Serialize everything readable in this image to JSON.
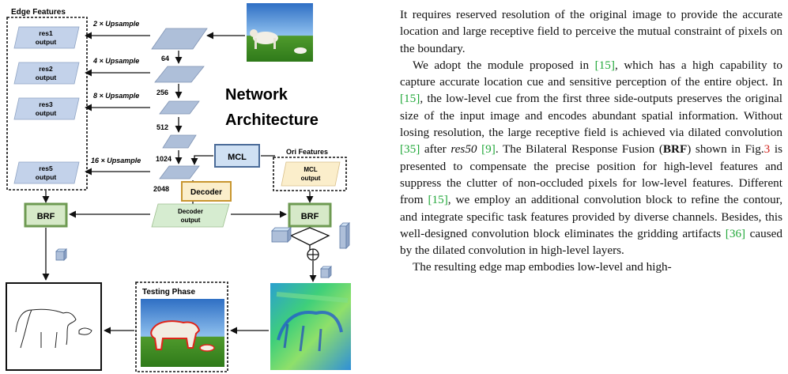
{
  "figure": {
    "edge_features_title": "Edge Features",
    "ori_features_title": "Ori Features",
    "network_title_line1": "Network",
    "network_title_line2": "Architecture",
    "testing_phase_label": "Testing Phase",
    "res_outputs": [
      {
        "name": "res1",
        "sub": "output"
      },
      {
        "name": "res2",
        "sub": "output"
      },
      {
        "name": "res3",
        "sub": "output"
      },
      {
        "name": "res5",
        "sub": "output"
      }
    ],
    "upsample_labels": [
      "2 × Upsample",
      "4 × Upsample",
      "8 × Upsample",
      "16 × Upsample"
    ],
    "channel_labels": [
      "64",
      "256",
      "512",
      "1024",
      "2048"
    ],
    "mcl_label": "MCL",
    "mcl_output": {
      "name": "MCL",
      "sub": "output"
    },
    "decoder_label": "Decoder",
    "decoder_output": {
      "name": "Decoder",
      "sub": "output"
    },
    "brf_label": "BRF",
    "plus_symbol": "⊕",
    "colors": {
      "block_blue": "#aebfd9",
      "res_fill": "#c3d2ea",
      "brf_fill": "#d6e9c8",
      "brf_border": "#6e9a52",
      "decoder_fill": "#fbeecb",
      "decoder_border": "#c89630",
      "citation_green": "#22a83a",
      "figref_red": "#d0201a"
    }
  },
  "text": {
    "p1": "It requires reserved resolution of the original image to provide the accurate location and large receptive field to perceive the mutual constraint of pixels on the boundary.",
    "p2": {
      "s1": "We adopt the module proposed in ",
      "c1": "[15]",
      "s2": ", which has a high capability to capture accurate location cue and sensitive perception of the entire object. In ",
      "c2": "[15]",
      "s3": ", the low-level cue from the first three side-outputs preserves the original size of the input image and encodes abundant spatial information. Without losing resolution, the large receptive field is achieved via dilated convolution ",
      "c3": "[35]",
      "s4": " after ",
      "italic1": "res50",
      "s5": " ",
      "c4": "[9]",
      "s6": ". The Bilateral Response Fusion (",
      "bold1": "BRF",
      "s7": ") shown in Fig.",
      "figref": "3",
      "s8": " is presented to compensate the precise position for high-level features and suppress the clutter of non-occluded pixels for low-level features. Different from ",
      "c5": "[15]",
      "s9": ", we employ an additional convolution block to refine the contour, and integrate specific task features provided by diverse channels. Besides, this well-designed convolution block eliminates the gridding artifacts ",
      "c6": "[36]",
      "s10": " caused by the dilated convolution in high-level layers."
    },
    "p3": "The resulting edge map embodies low-level and high-"
  }
}
